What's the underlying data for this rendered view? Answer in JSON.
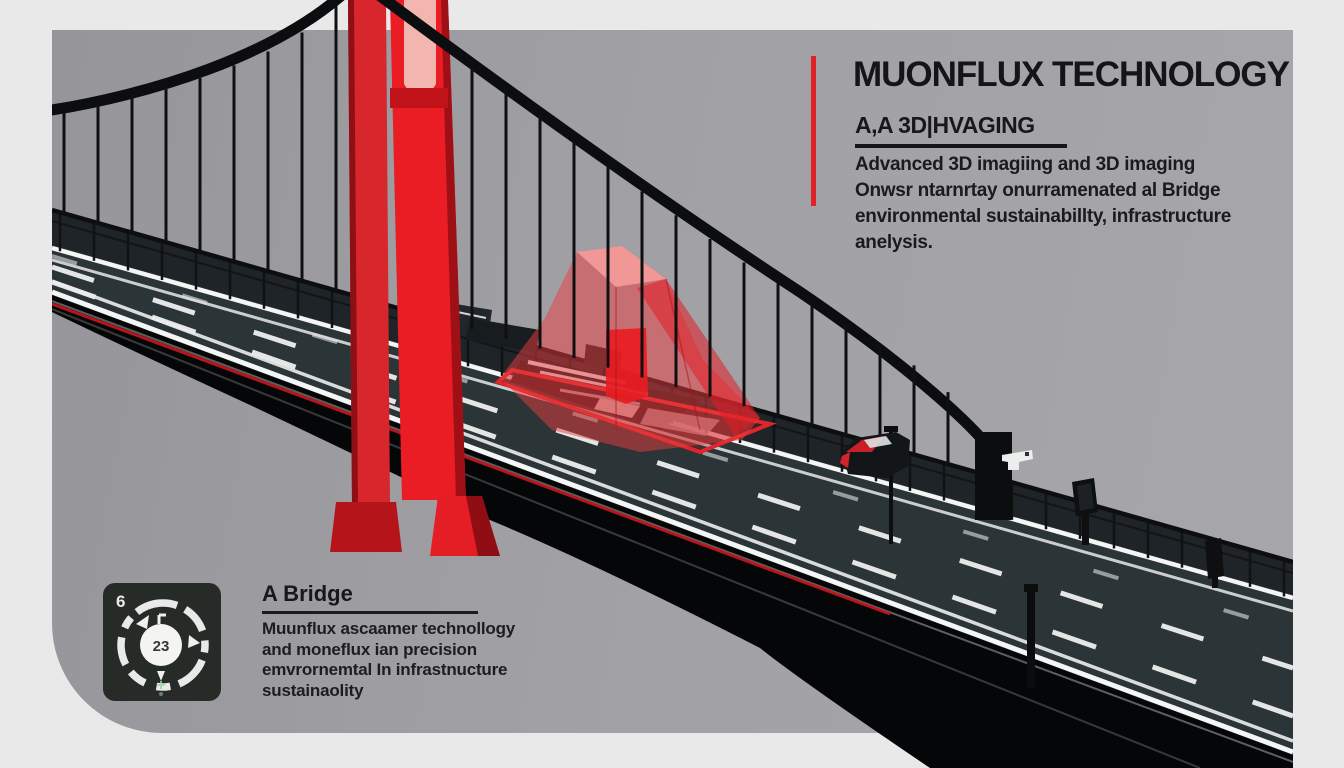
{
  "header": {
    "title": "MUONFLUX TECHNOLOGY",
    "subtitle": "A,A 3D|HVAGING",
    "body_lines": [
      "Advanced 3D imagiing and 3D imaging",
      "Onwsr ntarnrtay onurramenated al Bridge",
      "environmental sustainabillty, infrastructure",
      "anelysis."
    ]
  },
  "bridge_callout": {
    "heading": "A Bridge",
    "body_lines": [
      "Muunflux ascaamer technollogy",
      "and moneflux ian precision",
      "emvrornemtal In infrastnucture",
      "sustainaolity"
    ],
    "icon": {
      "corner_label": "6",
      "center_label": "23"
    }
  },
  "scene_labels": {
    "subject": "suspension bridge with red tower and translucent red muon scan cone over deck scanner"
  },
  "colors": {
    "accent_red": "#e02128",
    "tower_red": "#ea1c24",
    "cone_red": "#ed1c24",
    "panel_gray": "#a0a0a4",
    "outer_background": "#e9e9ea",
    "road_dark": "#2b3437",
    "structure_black": "#0a0c0d",
    "ink": "#17181a",
    "icon_box": "#262b28"
  }
}
